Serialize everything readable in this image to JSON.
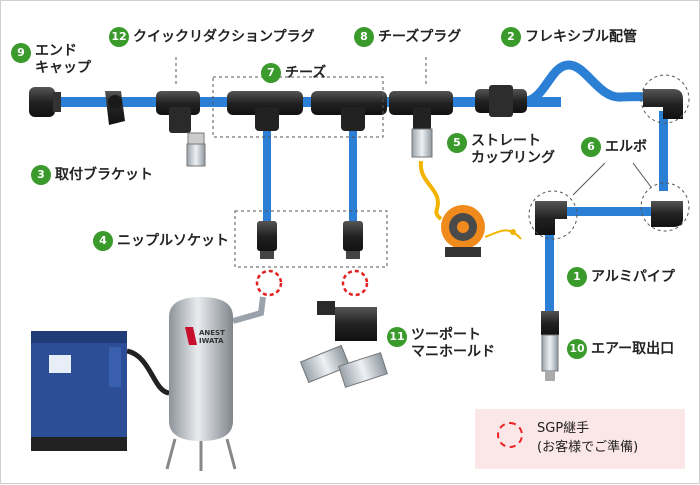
{
  "labels": {
    "alumi_pipe": {
      "num": "1",
      "text": "アルミパイプ"
    },
    "flexible_pipe": {
      "num": "2",
      "text": "フレキシブル配管"
    },
    "bracket": {
      "num": "3",
      "text": "取付ブラケット"
    },
    "nipple_socket": {
      "num": "4",
      "text": "ニップルソケット"
    },
    "straight_coupling": {
      "num": "5",
      "line1": "ストレート",
      "line2": "カップリング"
    },
    "elbow": {
      "num": "6",
      "text": "エルボ"
    },
    "tee": {
      "num": "7",
      "text": "チーズ"
    },
    "tee_plug": {
      "num": "8",
      "text": "チーズプラグ"
    },
    "end_cap": {
      "num": "9",
      "line1": "エンド",
      "line2": "キャップ"
    },
    "air_outlet": {
      "num": "10",
      "text": "エアー取出口"
    },
    "manifold": {
      "num": "11",
      "line1": "ツーポート",
      "line2": "マニホールド"
    },
    "quick_plug": {
      "num": "12",
      "text": "クイックリダクションプラグ"
    }
  },
  "brand": {
    "line1": "ANEST",
    "line2": "IWATA"
  },
  "legend": {
    "line1": "SGP継手",
    "line2": "(お客様でご準備)"
  },
  "colors": {
    "pipe": "#2b7fd4",
    "badge": "#3a9a2c",
    "fitting": "#2b2b2b",
    "sgp_circle": "#e22222",
    "legend_bg": "#fbe7e7"
  }
}
